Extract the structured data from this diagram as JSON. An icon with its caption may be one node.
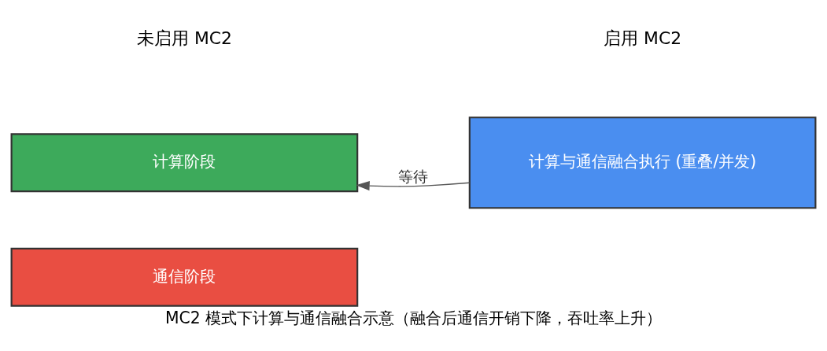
{
  "diagram": {
    "caption": "MC2 模式下计算与通信融合示意（融合后通信开销下降，吞吐率上升）",
    "nodes": [
      {
        "text": [
          "计算阶段"
        ]
      },
      {
        "text": [
          "通信阶段"
        ]
      },
      {
        "text": [
          "计算与通信融合执行 (重叠/并发)"
        ]
      }
    ],
    "edges": [
      {
        "from": 2,
        "to": 0,
        "arrow": "to",
        "label": "等待"
      }
    ],
    "labels": [
      "未启用 MC2",
      "启用 MC2"
    ]
  }
}
